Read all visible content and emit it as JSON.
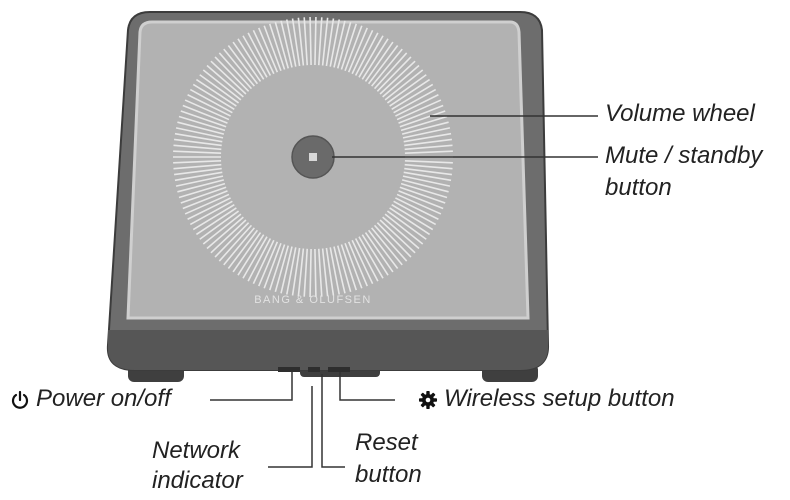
{
  "device": {
    "brand_text": "BANG & OLUFSEN",
    "colors": {
      "body": "#6d6d6d",
      "body_dark": "#4d4d4d",
      "top_panel": "#b2b2b2",
      "top_border": "#cfcfcf",
      "wheel_lines": "#e8e8e8",
      "center_button": "#6a6a6a"
    }
  },
  "callouts": {
    "volume_wheel": "Volume wheel",
    "mute_line1": "Mute / standby",
    "mute_line2": "button",
    "power": "Power on/off",
    "network_line1": "Network",
    "network_line2": "indicator",
    "reset_line1": "Reset",
    "reset_line2": "button",
    "wireless": "Wireless setup button"
  },
  "icons": {
    "power": "power-icon",
    "wireless": "gear-icon"
  }
}
